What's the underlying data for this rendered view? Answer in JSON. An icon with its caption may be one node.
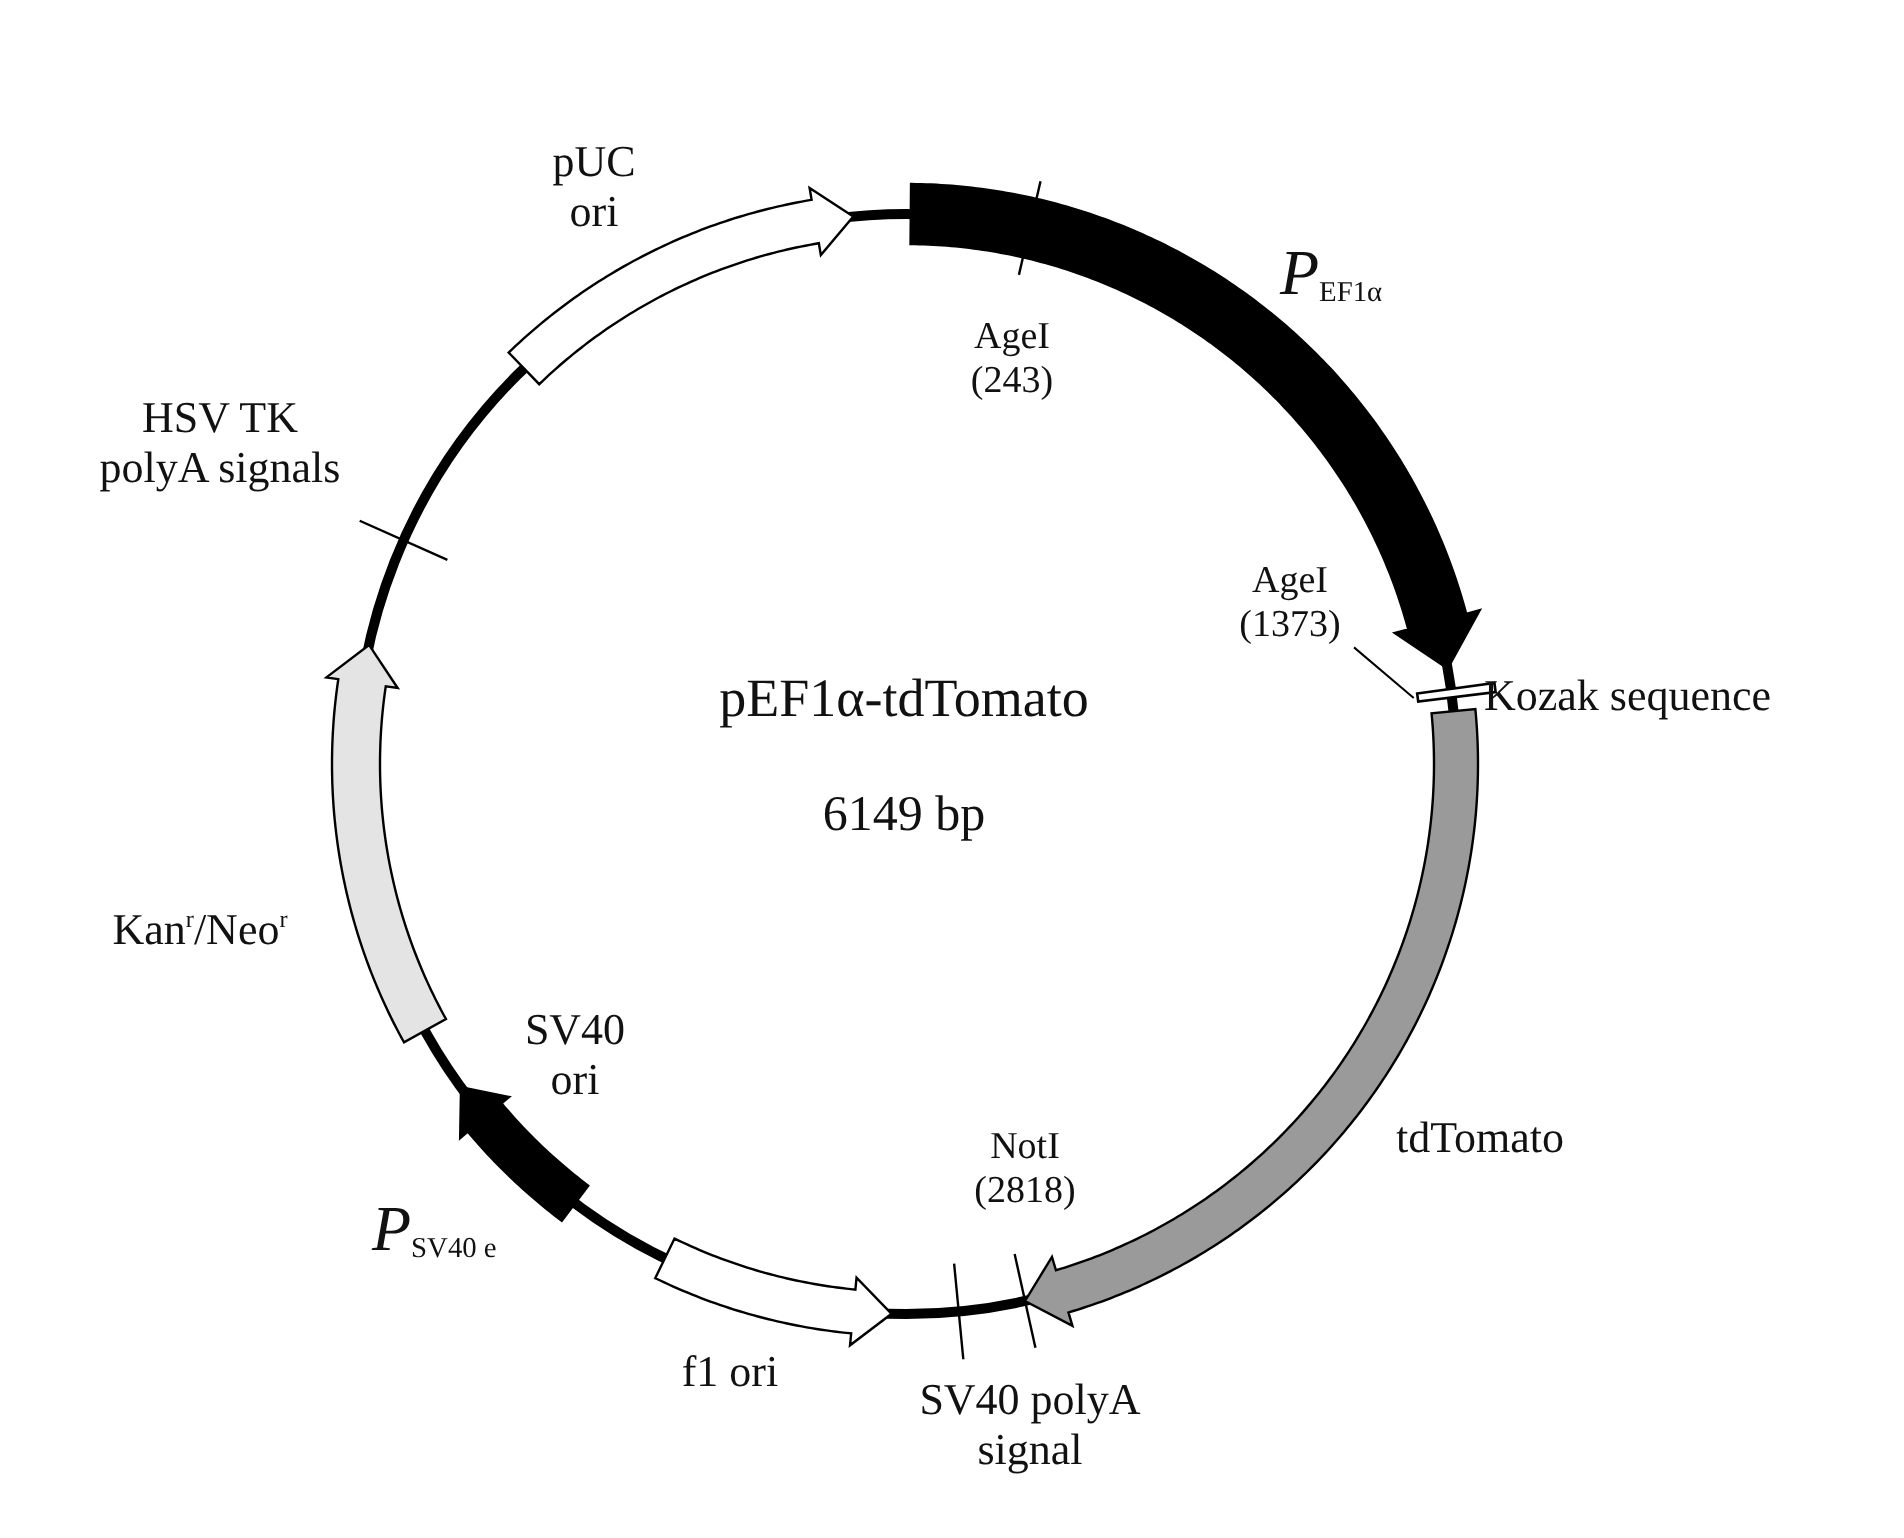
{
  "diagram": {
    "nodes": [
      {
        "text": [
          "AgeI (1373)"
        ]
      },
      {
        "text": [],
        "shape": "bar"
      }
    ],
    "edges": [
      {
        "from": 0,
        "to": 1,
        "arrow": "none"
      }
    ],
    "labels": [
      "pUC ori",
      "*P*$_{EF1α}$",
      "AgeI (243)",
      "HSV TK polyA signals",
      "pEF1α-tdTomato",
      "6149 bp",
      "Kozak sequence",
      "Kan$^{r}$/Neo$^{r}$",
      "SV40 ori",
      "tdTomato",
      "NotI (2818)",
      "*P*$_{SV40 e}$",
      "f1 ori",
      "SV40 polyA signal"
    ]
  }
}
